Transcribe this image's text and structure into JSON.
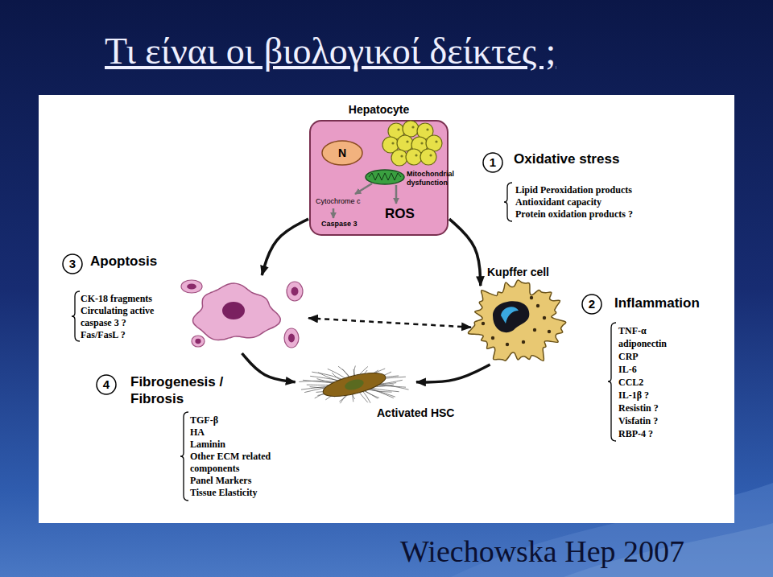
{
  "diagram": {
    "title": "Τι είναι οι βιολογικοί δείκτες ;",
    "caption": "Wiechowska Hep 2007",
    "nodes": [
      {
        "text": [
          "Hepatocyte"
        ]
      },
      {
        "text": [
          "N"
        ],
        "in": 0
      },
      {
        "text": [
          "Kupffer cell"
        ]
      },
      {
        "text": [
          "Apoptosis"
        ]
      },
      {
        "text": [
          "Activated HSC"
        ]
      }
    ],
    "edges": [
      {
        "from": 0,
        "to": 3,
        "arrow": "to"
      },
      {
        "from": 0,
        "to": 2,
        "arrow": "to"
      },
      {
        "from": 2,
        "to": 3,
        "arrow": "both"
      },
      {
        "from": 3,
        "to": 4,
        "arrow": "to"
      },
      {
        "from": 2,
        "to": 4,
        "arrow": "to"
      }
    ],
    "labels": [
      "1",
      "Oxidative stress",
      "Lipid Peroxidation products",
      "Antioxidant capacity",
      "Protein oxidation products ?",
      "Mitochondrial dysfunction",
      "Cytochrome c",
      "Caspase 3",
      "ROS",
      "3",
      "CK-18 fragments",
      "Circulating active caspase 3 ?",
      "Fas/FasL ?",
      "2",
      "Inflammation",
      "TNF-α",
      "adiponectin",
      "CRP",
      "IL-6",
      "CCL2",
      "IL-1β ?",
      "Resistin ?",
      "Visfatin ?",
      "RBP-4 ?",
      "4",
      "Fibrogenesis / Fibrosis",
      "TGF-β",
      "HA",
      "Laminin",
      "Other ECM related components",
      "Panel Markers",
      "Tissue Elasticity"
    ]
  }
}
